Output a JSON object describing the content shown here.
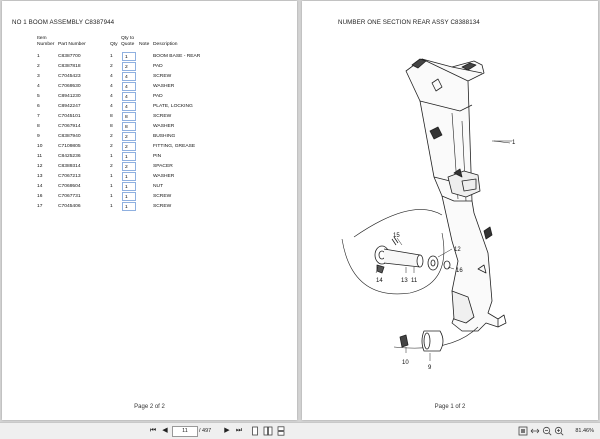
{
  "left_page": {
    "title": "NO 1 BOOM ASSEMBLY C8387944",
    "headers": {
      "item_line1": "Item",
      "item_line2": "Number",
      "part": "Part Number",
      "qty": "Qty",
      "qty_to_line1": "Qty to",
      "qty_to_line2": "Quote",
      "note": "Note",
      "description": "Description"
    },
    "rows": [
      {
        "item": "1",
        "part": "C8387700",
        "qty": "1",
        "quote": "1",
        "desc": "BOOM BASE - REAR"
      },
      {
        "item": "2",
        "part": "C8387818",
        "qty": "2",
        "quote": "2",
        "desc": "PAD"
      },
      {
        "item": "3",
        "part": "C7045423",
        "qty": "4",
        "quote": "4",
        "desc": "SCREW"
      },
      {
        "item": "4",
        "part": "C7069530",
        "qty": "4",
        "quote": "4",
        "desc": "WASHER"
      },
      {
        "item": "5",
        "part": "C8941230",
        "qty": "4",
        "quote": "4",
        "desc": "PAD"
      },
      {
        "item": "6",
        "part": "C8942247",
        "qty": "4",
        "quote": "4",
        "desc": "PLATE, LOCKING"
      },
      {
        "item": "7",
        "part": "C7045101",
        "qty": "8",
        "quote": "8",
        "desc": "SCREW"
      },
      {
        "item": "8",
        "part": "C7067914",
        "qty": "8",
        "quote": "8",
        "desc": "WASHER"
      },
      {
        "item": "9",
        "part": "C8387940",
        "qty": "2",
        "quote": "2",
        "desc": "BUSHING"
      },
      {
        "item": "10",
        "part": "C7109805",
        "qty": "2",
        "quote": "2",
        "desc": "FITTING, GREASE"
      },
      {
        "item": "11",
        "part": "C8425236",
        "qty": "1",
        "quote": "1",
        "desc": "PIN"
      },
      {
        "item": "12",
        "part": "C8389314",
        "qty": "2",
        "quote": "2",
        "desc": "SPACER"
      },
      {
        "item": "13",
        "part": "C7067213",
        "qty": "1",
        "quote": "1",
        "desc": "WASHER"
      },
      {
        "item": "14",
        "part": "C7069504",
        "qty": "1",
        "quote": "1",
        "desc": "NUT"
      },
      {
        "item": "16",
        "part": "C7067731",
        "qty": "1",
        "quote": "1",
        "desc": "SCREW"
      },
      {
        "item": "17",
        "part": "C7045406",
        "qty": "1",
        "quote": "1",
        "desc": "SCREW"
      }
    ],
    "footer": "Page 2 of 2"
  },
  "right_page": {
    "title": "NUMBER ONE SECTION REAR ASSY C8388134",
    "callouts": {
      "c1": "1",
      "c9": "9",
      "c10": "10",
      "c11": "11",
      "c12": "12",
      "c13": "13",
      "c14": "14",
      "c15": "15",
      "c16": "16"
    },
    "footer": "Page 1 of 2"
  },
  "toolbar": {
    "page_current": "11",
    "page_total": "/ 497",
    "zoom": "81.46%",
    "icons": [
      "first-page-icon",
      "prev-page-icon",
      "next-page-icon",
      "last-page-icon",
      "single-page-icon",
      "two-page-icon",
      "scroll-icon",
      "fit-page-icon",
      "fit-width-icon",
      "zoom-out-icon",
      "zoom-in-icon",
      "rotate-icon"
    ]
  }
}
